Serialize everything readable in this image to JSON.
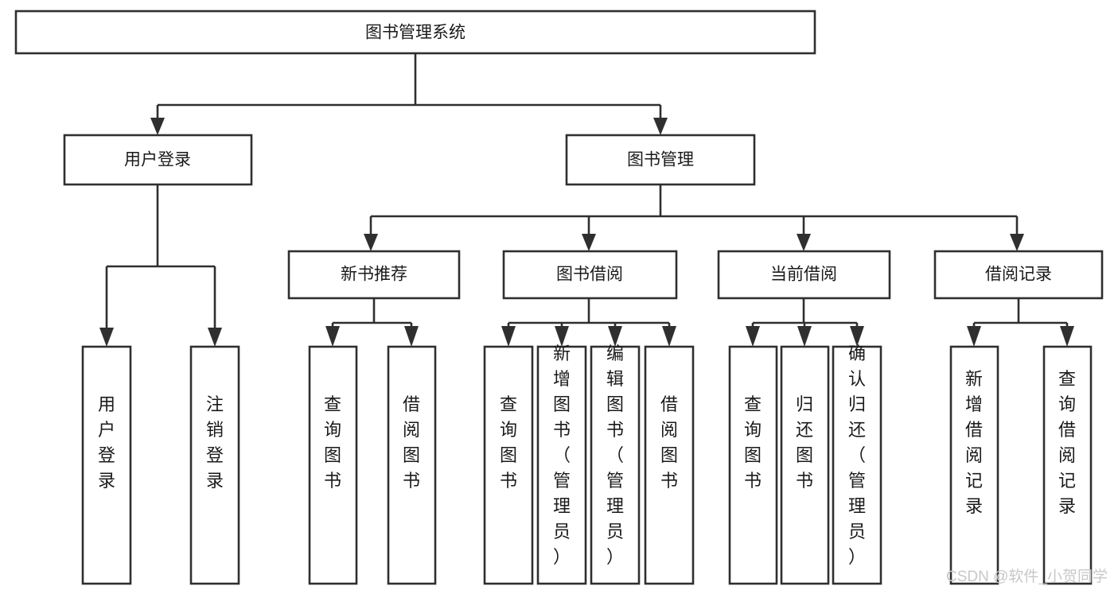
{
  "diagram": {
    "title": "图书管理系统",
    "type": "tree",
    "root": {
      "id": "root",
      "label": "图书管理系统",
      "orientation": "horizontal"
    },
    "level2": [
      {
        "id": "user-login",
        "label": "用户登录",
        "orientation": "horizontal"
      },
      {
        "id": "book-management",
        "label": "图书管理",
        "orientation": "horizontal"
      }
    ],
    "level3": [
      {
        "id": "new-book-recommend",
        "label": "新书推荐",
        "orientation": "horizontal",
        "parent": "book-management"
      },
      {
        "id": "book-borrow",
        "label": "图书借阅",
        "orientation": "horizontal",
        "parent": "book-management"
      },
      {
        "id": "current-borrow",
        "label": "当前借阅",
        "orientation": "horizontal",
        "parent": "book-management"
      },
      {
        "id": "borrow-record",
        "label": "借阅记录",
        "orientation": "horizontal",
        "parent": "book-management"
      }
    ],
    "leaves": [
      {
        "id": "leaf-user-login",
        "label": "用户登录",
        "orientation": "vertical",
        "parent": "user-login"
      },
      {
        "id": "leaf-logout",
        "label": "注销登录",
        "orientation": "vertical",
        "parent": "user-login"
      },
      {
        "id": "leaf-query-book-1",
        "label": "查询图书",
        "orientation": "vertical",
        "parent": "new-book-recommend"
      },
      {
        "id": "leaf-borrow-book-1",
        "label": "借阅图书",
        "orientation": "vertical",
        "parent": "new-book-recommend"
      },
      {
        "id": "leaf-query-book-2",
        "label": "查询图书",
        "orientation": "vertical",
        "parent": "book-borrow"
      },
      {
        "id": "leaf-add-book",
        "label": "新增图书（管理员）",
        "orientation": "vertical",
        "parent": "book-borrow"
      },
      {
        "id": "leaf-edit-book",
        "label": "编辑图书（管理员）",
        "orientation": "vertical",
        "parent": "book-borrow"
      },
      {
        "id": "leaf-borrow-book-2",
        "label": "借阅图书",
        "orientation": "vertical",
        "parent": "book-borrow"
      },
      {
        "id": "leaf-query-book-3",
        "label": "查询图书",
        "orientation": "vertical",
        "parent": "current-borrow"
      },
      {
        "id": "leaf-return-book",
        "label": "归还图书",
        "orientation": "vertical",
        "parent": "current-borrow"
      },
      {
        "id": "leaf-confirm-return",
        "label": "确认归还（管理员）",
        "orientation": "vertical",
        "parent": "current-borrow"
      },
      {
        "id": "leaf-add-record",
        "label": "新增借阅记录",
        "orientation": "vertical",
        "parent": "borrow-record"
      },
      {
        "id": "leaf-query-record",
        "label": "查询借阅记录",
        "orientation": "vertical",
        "parent": "borrow-record"
      }
    ]
  },
  "watermark": {
    "text": "CSDN @软件_小贺同学"
  },
  "colors": {
    "stroke": "#2f2f2f",
    "box_fill": "#ffffff",
    "text": "#1a1a1a",
    "watermark": "#c8c8c8",
    "background": "#ffffff"
  }
}
